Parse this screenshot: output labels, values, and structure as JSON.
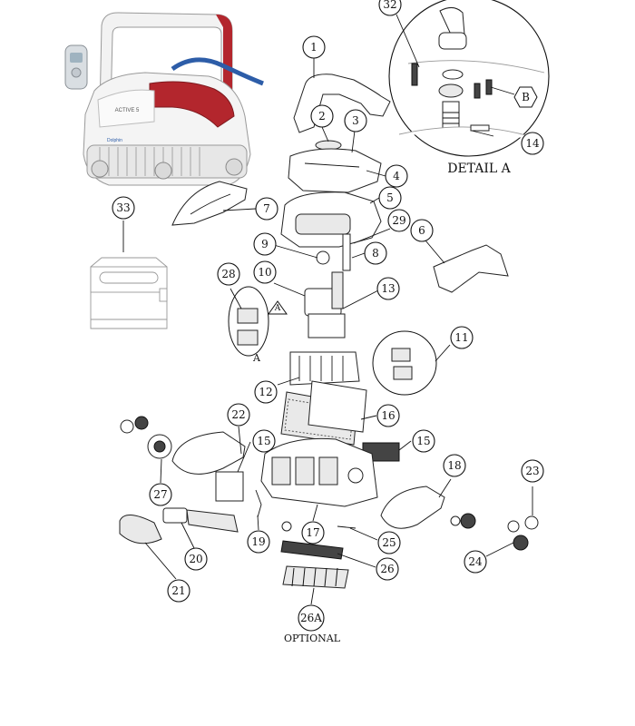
{
  "product": {
    "model_label": "ACTIVE 5",
    "brand_mark": "Dolphin",
    "accent_color": "#b3262d"
  },
  "detail": {
    "title": "DETAIL A",
    "ref_letter": "B",
    "marker": "A"
  },
  "optional_note": "OPTIONAL",
  "callouts": [
    {
      "id": "1",
      "label": "1"
    },
    {
      "id": "2",
      "label": "2"
    },
    {
      "id": "3",
      "label": "3"
    },
    {
      "id": "4",
      "label": "4"
    },
    {
      "id": "5",
      "label": "5"
    },
    {
      "id": "6",
      "label": "6"
    },
    {
      "id": "7",
      "label": "7"
    },
    {
      "id": "8",
      "label": "8"
    },
    {
      "id": "9",
      "label": "9"
    },
    {
      "id": "10",
      "label": "10"
    },
    {
      "id": "11",
      "label": "11"
    },
    {
      "id": "12",
      "label": "12"
    },
    {
      "id": "13",
      "label": "13"
    },
    {
      "id": "14",
      "label": "14"
    },
    {
      "id": "15a",
      "label": "15"
    },
    {
      "id": "15b",
      "label": "15"
    },
    {
      "id": "16",
      "label": "16"
    },
    {
      "id": "17",
      "label": "17"
    },
    {
      "id": "18",
      "label": "18"
    },
    {
      "id": "19",
      "label": "19"
    },
    {
      "id": "20",
      "label": "20"
    },
    {
      "id": "21",
      "label": "21"
    },
    {
      "id": "22",
      "label": "22"
    },
    {
      "id": "23",
      "label": "23"
    },
    {
      "id": "24",
      "label": "24"
    },
    {
      "id": "25",
      "label": "25"
    },
    {
      "id": "26",
      "label": "26"
    },
    {
      "id": "26A",
      "label": "26A"
    },
    {
      "id": "27",
      "label": "27"
    },
    {
      "id": "28",
      "label": "28"
    },
    {
      "id": "29",
      "label": "29"
    },
    {
      "id": "32",
      "label": "32"
    },
    {
      "id": "33",
      "label": "33"
    }
  ]
}
